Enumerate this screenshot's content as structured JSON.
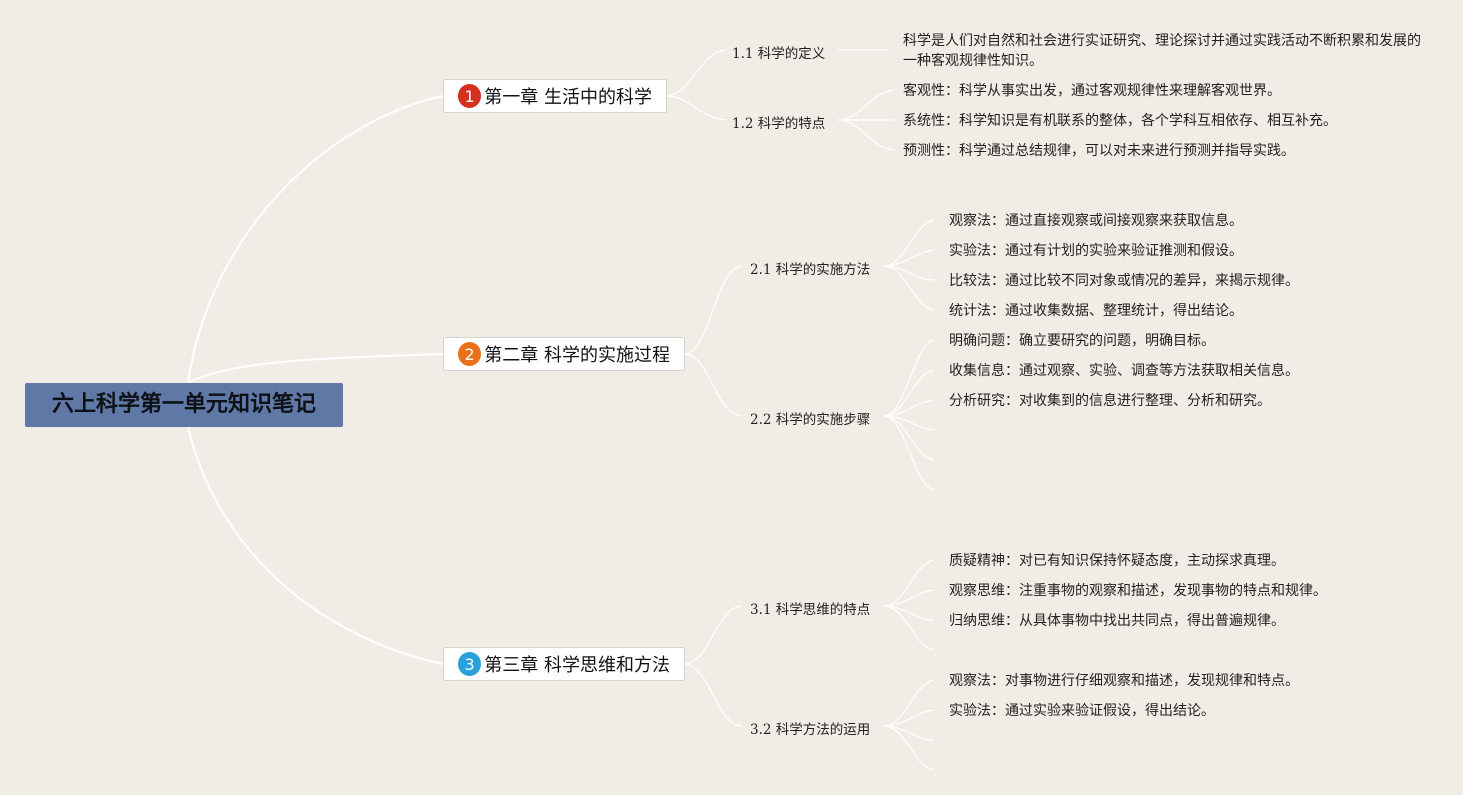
{
  "root": {
    "title": "六上科学第一单元知识笔记"
  },
  "chapters": [
    {
      "number": "1",
      "color": "#d3301f",
      "title": "第一章 生活中的科学"
    },
    {
      "number": "2",
      "color": "#e8711c",
      "title": "第二章 科学的实施过程"
    },
    {
      "number": "3",
      "color": "#2aa0dc",
      "title": "第三章 科学思维和方法"
    }
  ],
  "sections": [
    {
      "title": "1.1 科学的定义",
      "items": [
        "科学是人们对自然和社会进行实证研究、理论探讨并通过实践活动不断积累和发展的一种客观规律性知识。"
      ]
    },
    {
      "title": "1.2 科学的特点",
      "items": [
        "客观性：科学从事实出发，通过客观规律性来理解客观世界。",
        "系统性：科学知识是有机联系的整体，各个学科互相依存、相互补充。",
        "预测性：科学通过总结规律，可以对未来进行预测并指导实践。"
      ]
    },
    {
      "title": "2.1 科学的实施方法",
      "items": [
        "观察法：通过直接观察或间接观察来获取信息。",
        "实验法：通过有计划的实验来验证推测和假设。",
        "比较法：通过比较不同对象或情况的差异，来揭示规律。",
        "统计法：通过收集数据、整理统计，得出结论。"
      ]
    },
    {
      "title": "2.2 科学的实施步骤",
      "items": [
        "明确问题：确立要研究的问题，明确目标。",
        "收集信息：通过观察、实验、调查等方法获取相关信息。",
        "分析研究：对收集到的信息进行整理、分析和研究。"
      ]
    },
    {
      "title": "3.1 科学思维的特点",
      "items": [
        "质疑精神：对已有知识保持怀疑态度，主动探求真理。",
        "观察思维：注重事物的观察和描述，发现事物的特点和规律。",
        "归纳思维：从具体事物中找出共同点，得出普遍规律。"
      ]
    },
    {
      "title": "3.2 科学方法的运用",
      "items": [
        "观察法：对事物进行仔细观察和描述，发现规律和特点。",
        "实验法：通过实验来验证假设，得出结论。"
      ]
    }
  ]
}
